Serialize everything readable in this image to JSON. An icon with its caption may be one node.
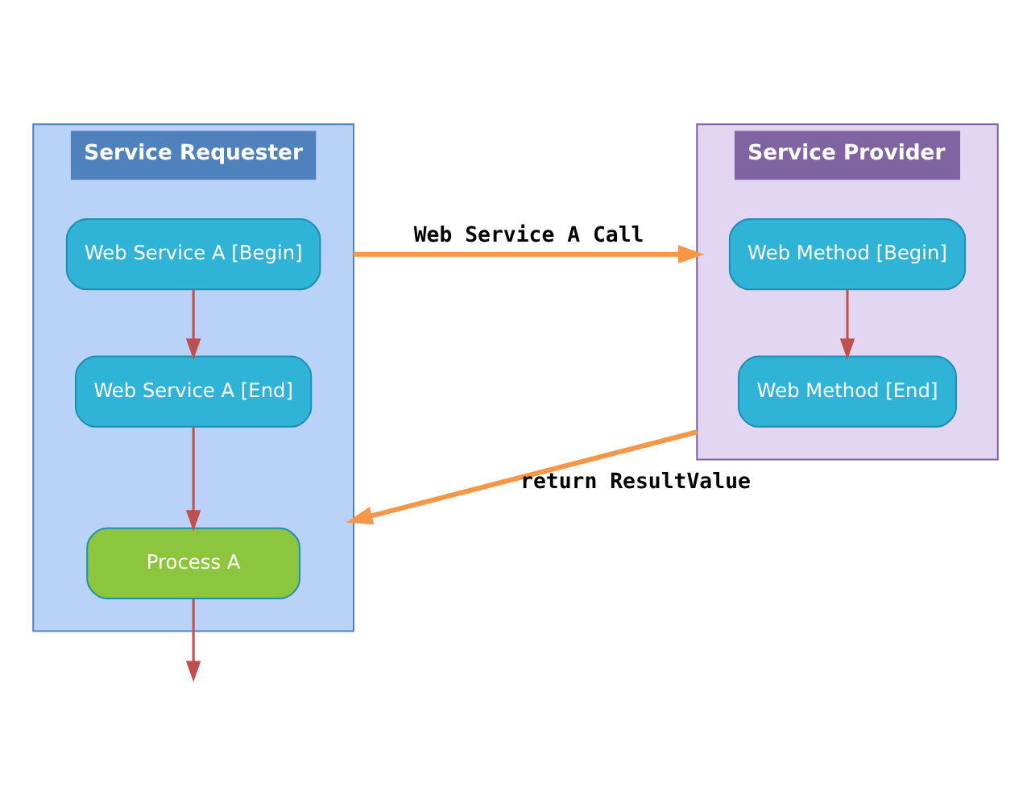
{
  "diagram": {
    "nodes": [
      {
        "text": [
          "Service Requester"
        ]
      },
      {
        "text": [
          "Web Service A [Begin]"
        ],
        "in": 0
      },
      {
        "text": [
          "Web Service A [End]"
        ],
        "in": 0
      },
      {
        "text": [
          "Process A"
        ],
        "in": 0
      },
      {
        "text": [
          "Service Provider"
        ]
      },
      {
        "text": [
          "Web Method [Begin]"
        ],
        "in": 4
      },
      {
        "text": [
          "Web Method [End]"
        ],
        "in": 4
      }
    ],
    "edges": [
      {
        "from": 1,
        "to": 2,
        "arrow": "to"
      },
      {
        "from": 2,
        "to": 3,
        "arrow": "to"
      },
      {
        "from": 3,
        "to": null,
        "arrow": "to"
      },
      {
        "from": 5,
        "to": 6,
        "arrow": "to"
      },
      {
        "from": 0,
        "to": 4,
        "arrow": "to",
        "label": "Web Service A Call",
        "style": "thick",
        "color": "#f79646"
      },
      {
        "from": 4,
        "to": 0,
        "arrow": "to",
        "label": "return ResultValue",
        "style": "thick",
        "color": "#f79646"
      }
    ]
  }
}
